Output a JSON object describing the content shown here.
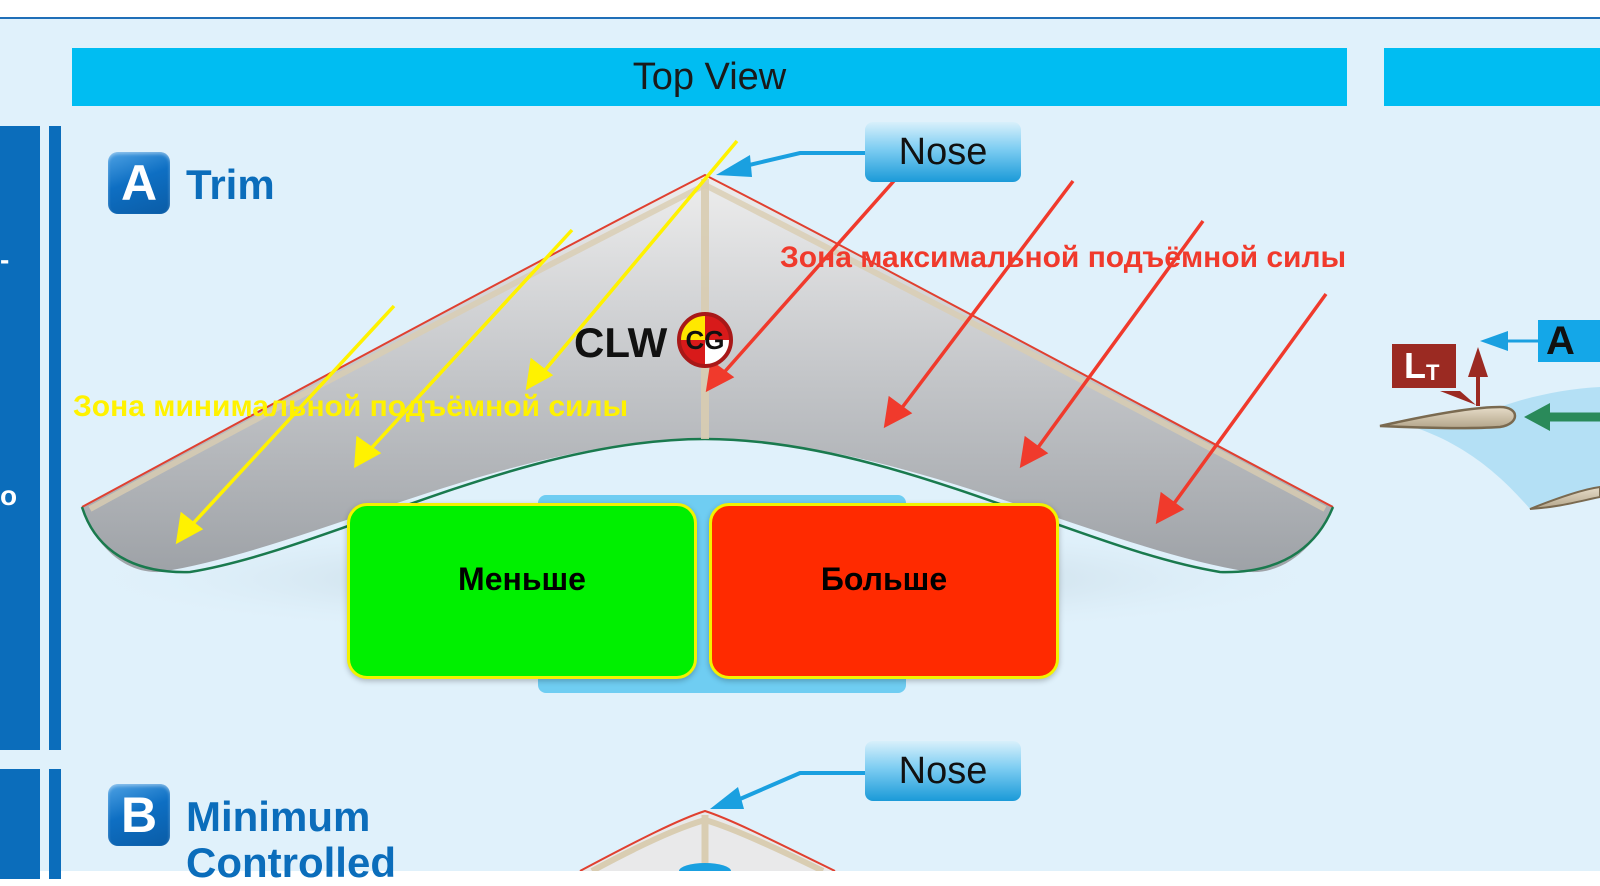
{
  "header": {
    "title": "Top View"
  },
  "left_band": {
    "glyph_top": "-",
    "glyph_mid": "o"
  },
  "section_a": {
    "badge": "A",
    "label": "Trim",
    "nose_label": "Nose",
    "clw_label": "CLW",
    "cg_label": "CG",
    "max_lift_zone": "Зона максимальной подъёмной силы",
    "min_lift_zone": "Зона минимальной подъёмной силы",
    "less_label": "Меньше",
    "more_label": "Больше"
  },
  "section_b": {
    "badge": "B",
    "label_line1": "Minimum",
    "label_line2": "Controlled",
    "nose_label": "Nose"
  },
  "side_view": {
    "lt_label": "L",
    "lt_subscript": "T",
    "a_tag": "A"
  },
  "colors": {
    "header_blue": "#00bdf2",
    "band_blue": "#0b6dbb",
    "max_lift_red": "#f03a2c",
    "min_lift_yellow": "#fff200",
    "less_green": "#00f000",
    "more_red": "#ff2a00"
  }
}
